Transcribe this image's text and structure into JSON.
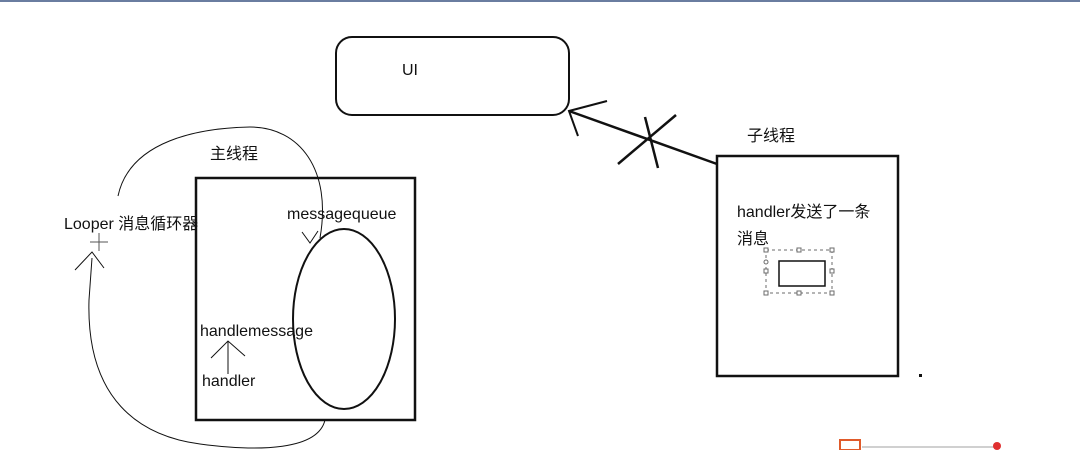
{
  "labels": {
    "ui": "UI",
    "main_thread": "主线程",
    "sub_thread": "子线程",
    "looper": "Looper 消息循环器",
    "messagequeue": "messagequeue",
    "handlemessage": "handlemessage",
    "handler": "handler",
    "handler_sent_line1": "handler发送了一条",
    "handler_sent_line2": "消息"
  },
  "colors": {
    "stroke": "#111111",
    "background": "#ffffff",
    "selection": "#6b6b6b",
    "accent": "#e05a2a"
  }
}
